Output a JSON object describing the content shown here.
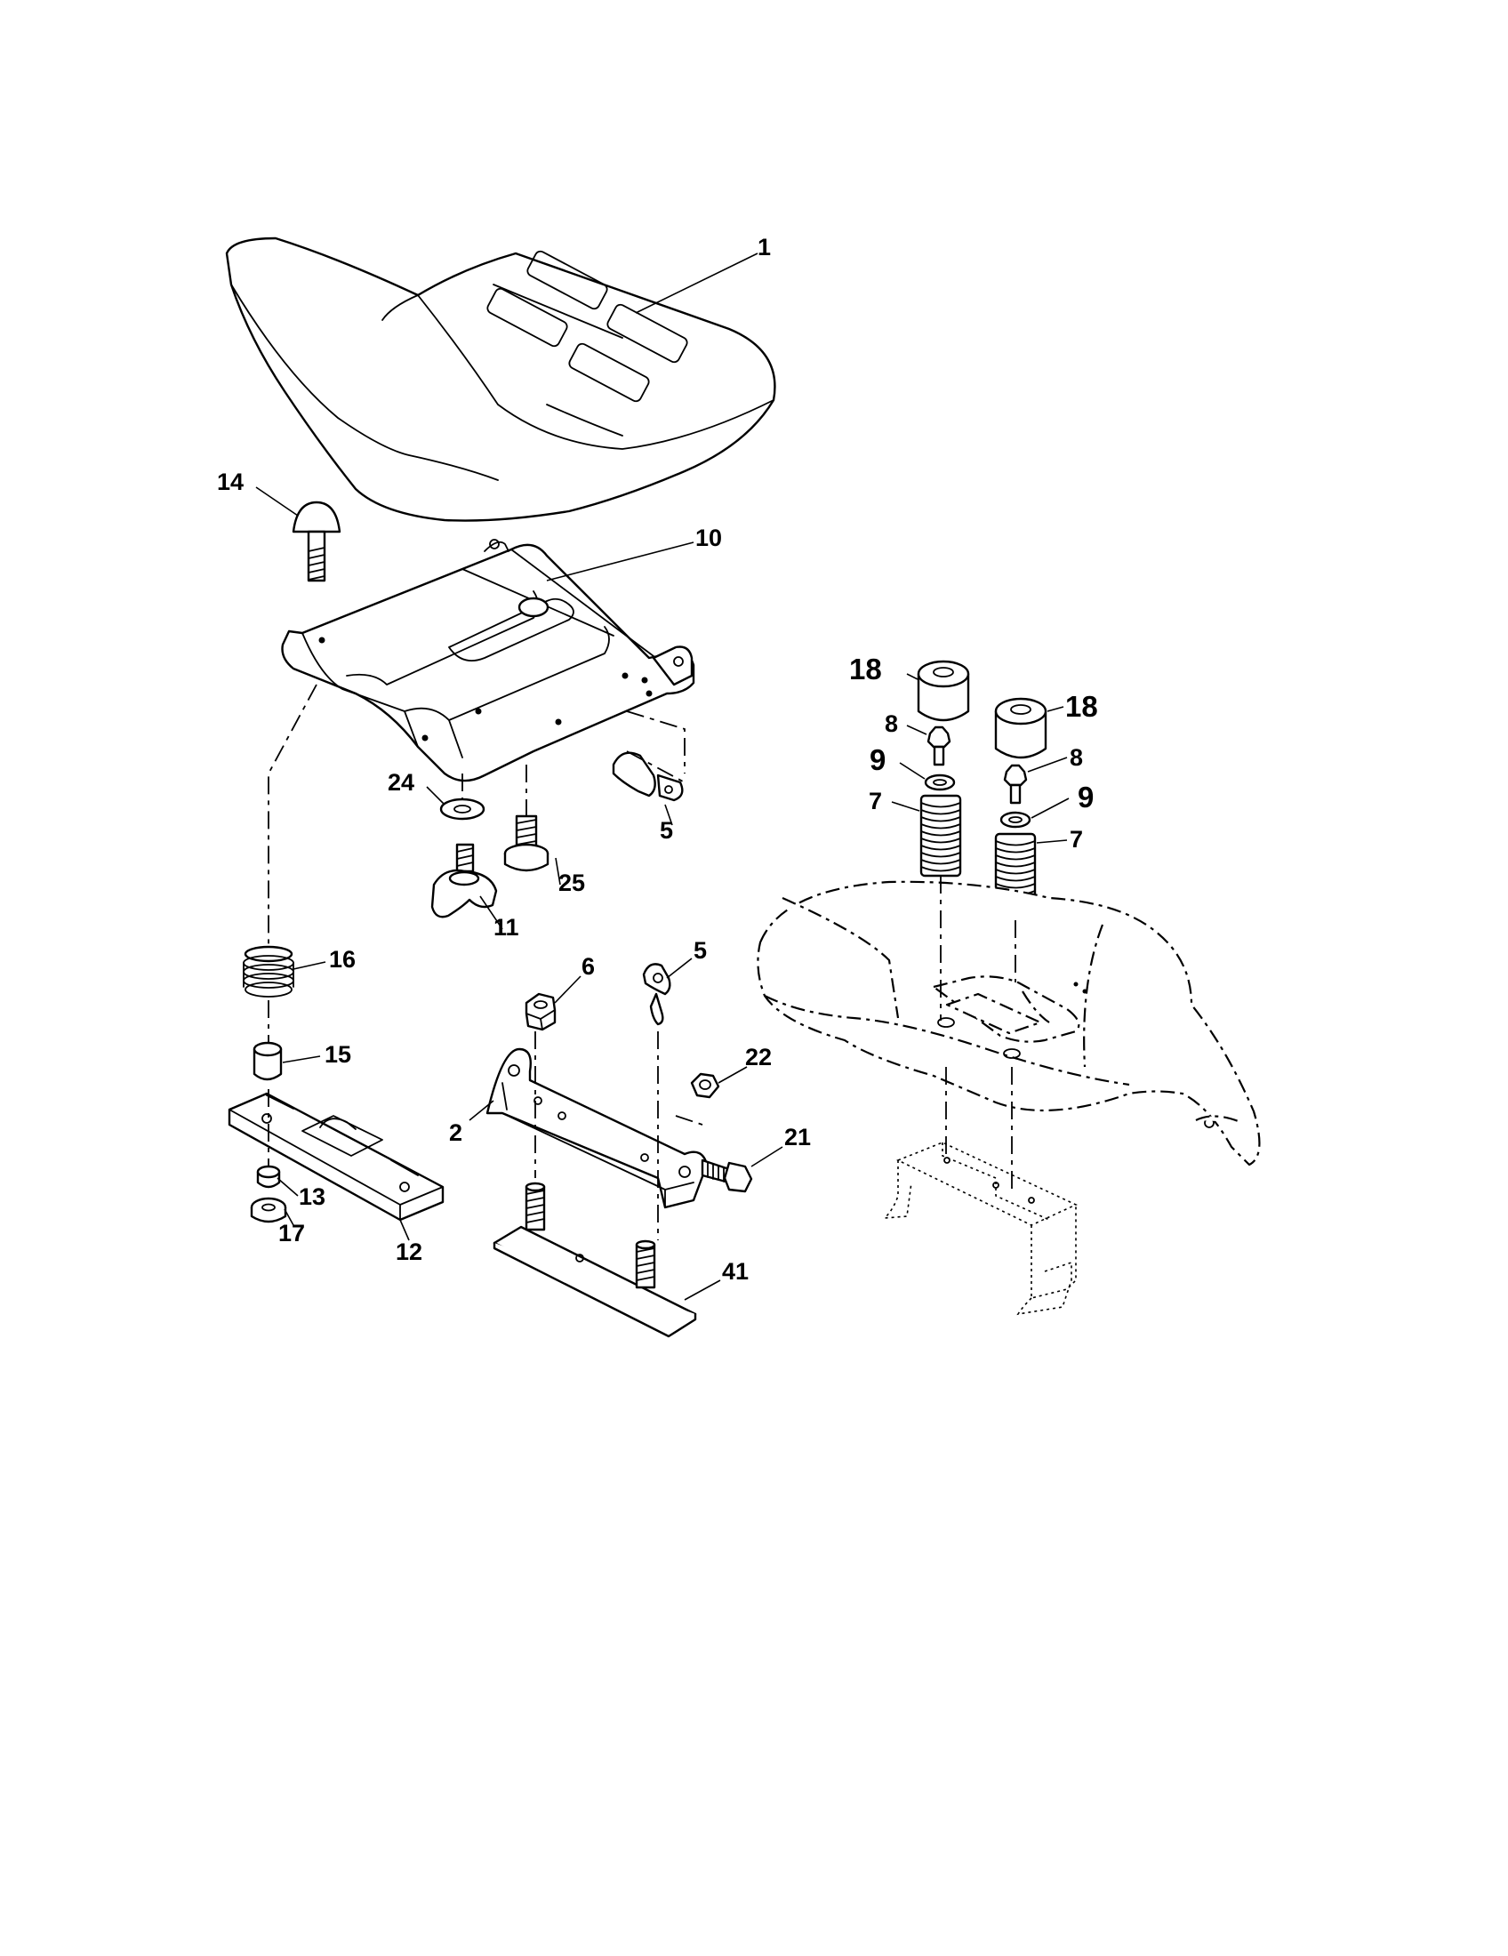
{
  "diagram": {
    "callouts": [
      {
        "id": "c1",
        "text": "1"
      },
      {
        "id": "c14",
        "text": "14"
      },
      {
        "id": "c10",
        "text": "10"
      },
      {
        "id": "c24",
        "text": "24"
      },
      {
        "id": "c5a",
        "text": "5"
      },
      {
        "id": "c25",
        "text": "25"
      },
      {
        "id": "c11",
        "text": "11"
      },
      {
        "id": "c16",
        "text": "16"
      },
      {
        "id": "c15",
        "text": "15"
      },
      {
        "id": "c13",
        "text": "13"
      },
      {
        "id": "c17",
        "text": "17"
      },
      {
        "id": "c12",
        "text": "12"
      },
      {
        "id": "c6",
        "text": "6"
      },
      {
        "id": "c5b",
        "text": "5"
      },
      {
        "id": "c22",
        "text": "22"
      },
      {
        "id": "c2",
        "text": "2"
      },
      {
        "id": "c21",
        "text": "21"
      },
      {
        "id": "c41",
        "text": "41"
      },
      {
        "id": "c18a",
        "text": "18"
      },
      {
        "id": "c18b",
        "text": "18"
      },
      {
        "id": "c8a",
        "text": "8"
      },
      {
        "id": "c8b",
        "text": "8"
      },
      {
        "id": "c9a",
        "text": "9"
      },
      {
        "id": "c9b",
        "text": "9"
      },
      {
        "id": "c7a",
        "text": "7"
      },
      {
        "id": "c7b",
        "text": "7"
      }
    ]
  }
}
